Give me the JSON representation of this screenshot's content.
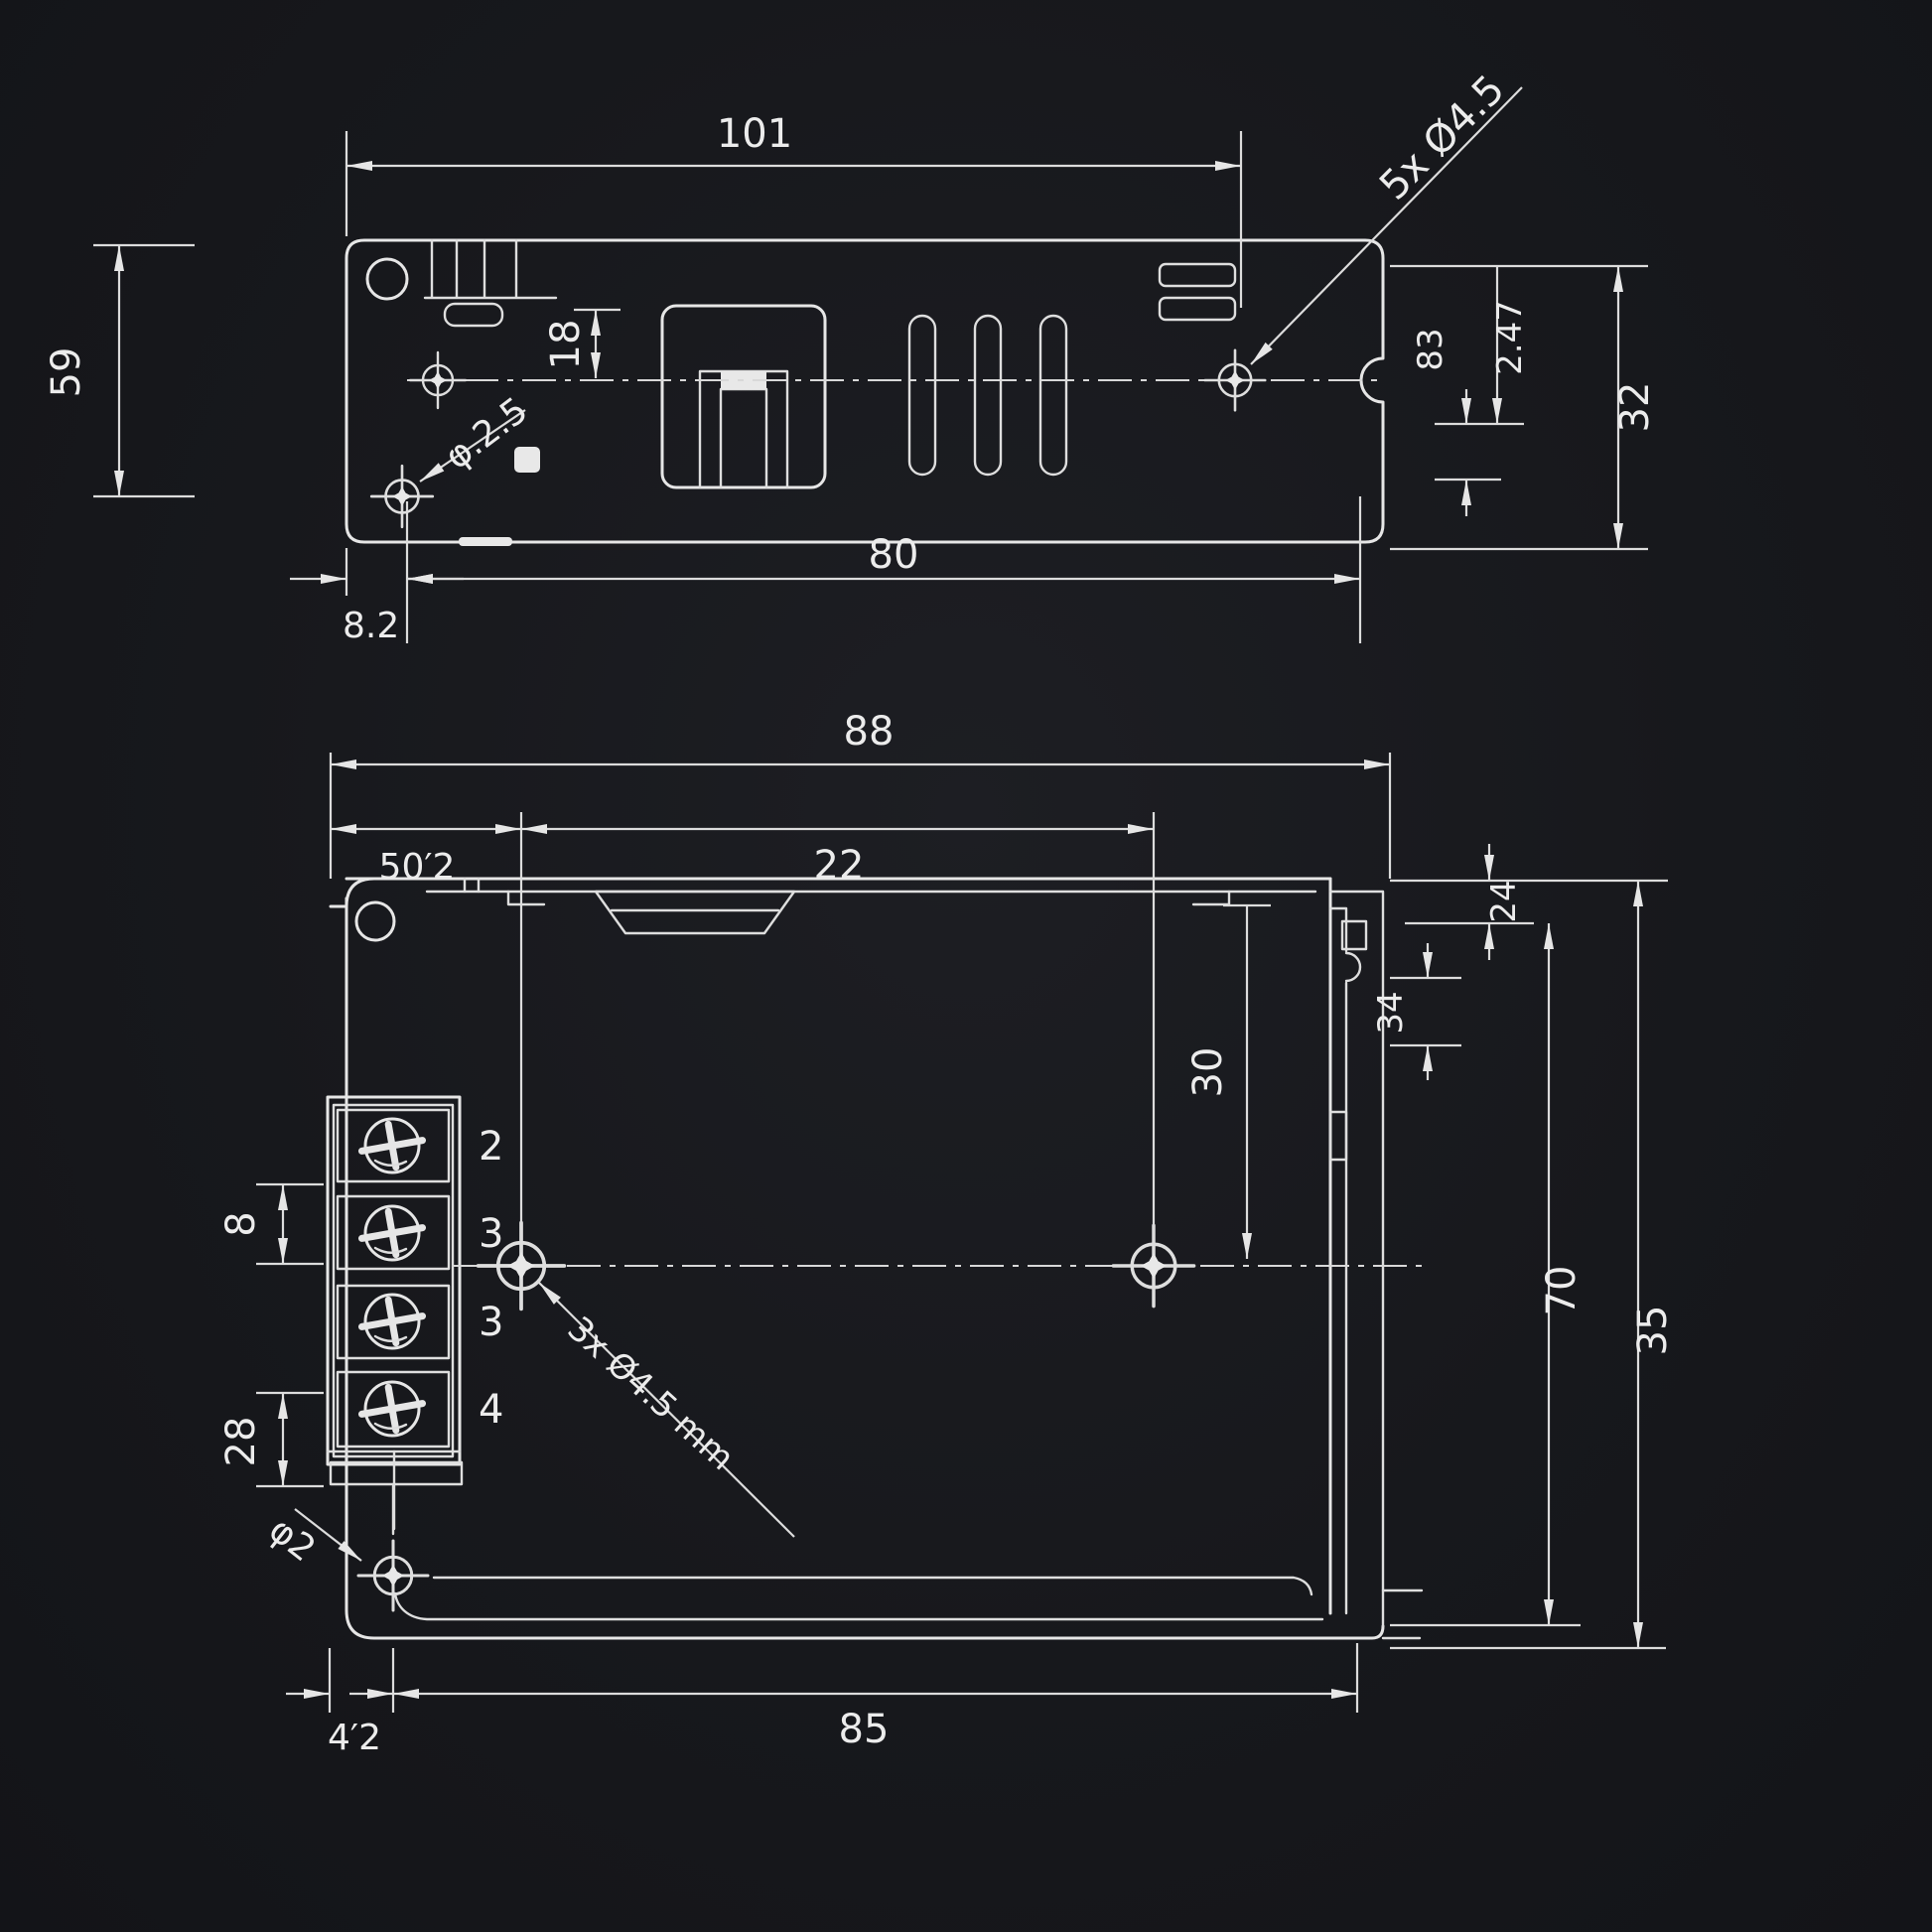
{
  "drawing": {
    "background": "#17181c",
    "line_color": "#e6e6e6",
    "views": {
      "top": {
        "labels": {
          "overall_width": "101",
          "mount_note": "5x Ø4.5",
          "height": "59",
          "connector_offset": "18",
          "small_hole": "φ.2.5",
          "hole_span": "80",
          "edge_to_hole": "8.2",
          "offset_a": "83",
          "offset_b": "2.47",
          "side_height": "32"
        }
      },
      "bottom": {
        "labels": {
          "overall_width": "88",
          "left_segment": "50′2",
          "vent_width": "22",
          "hole_note": "3x Ø4.5 mm",
          "small_hole": "φ2",
          "terminal_pitch": "8",
          "block_span": "28",
          "hole_offset": "30",
          "flange_step_a": "24",
          "flange_step_b": "34",
          "inner_depth": "70",
          "overall_depth": "35",
          "base_width": "85",
          "corner_to_hole": "4′2"
        },
        "terminal_labels": [
          "2",
          "3",
          "3",
          "4"
        ]
      }
    }
  }
}
